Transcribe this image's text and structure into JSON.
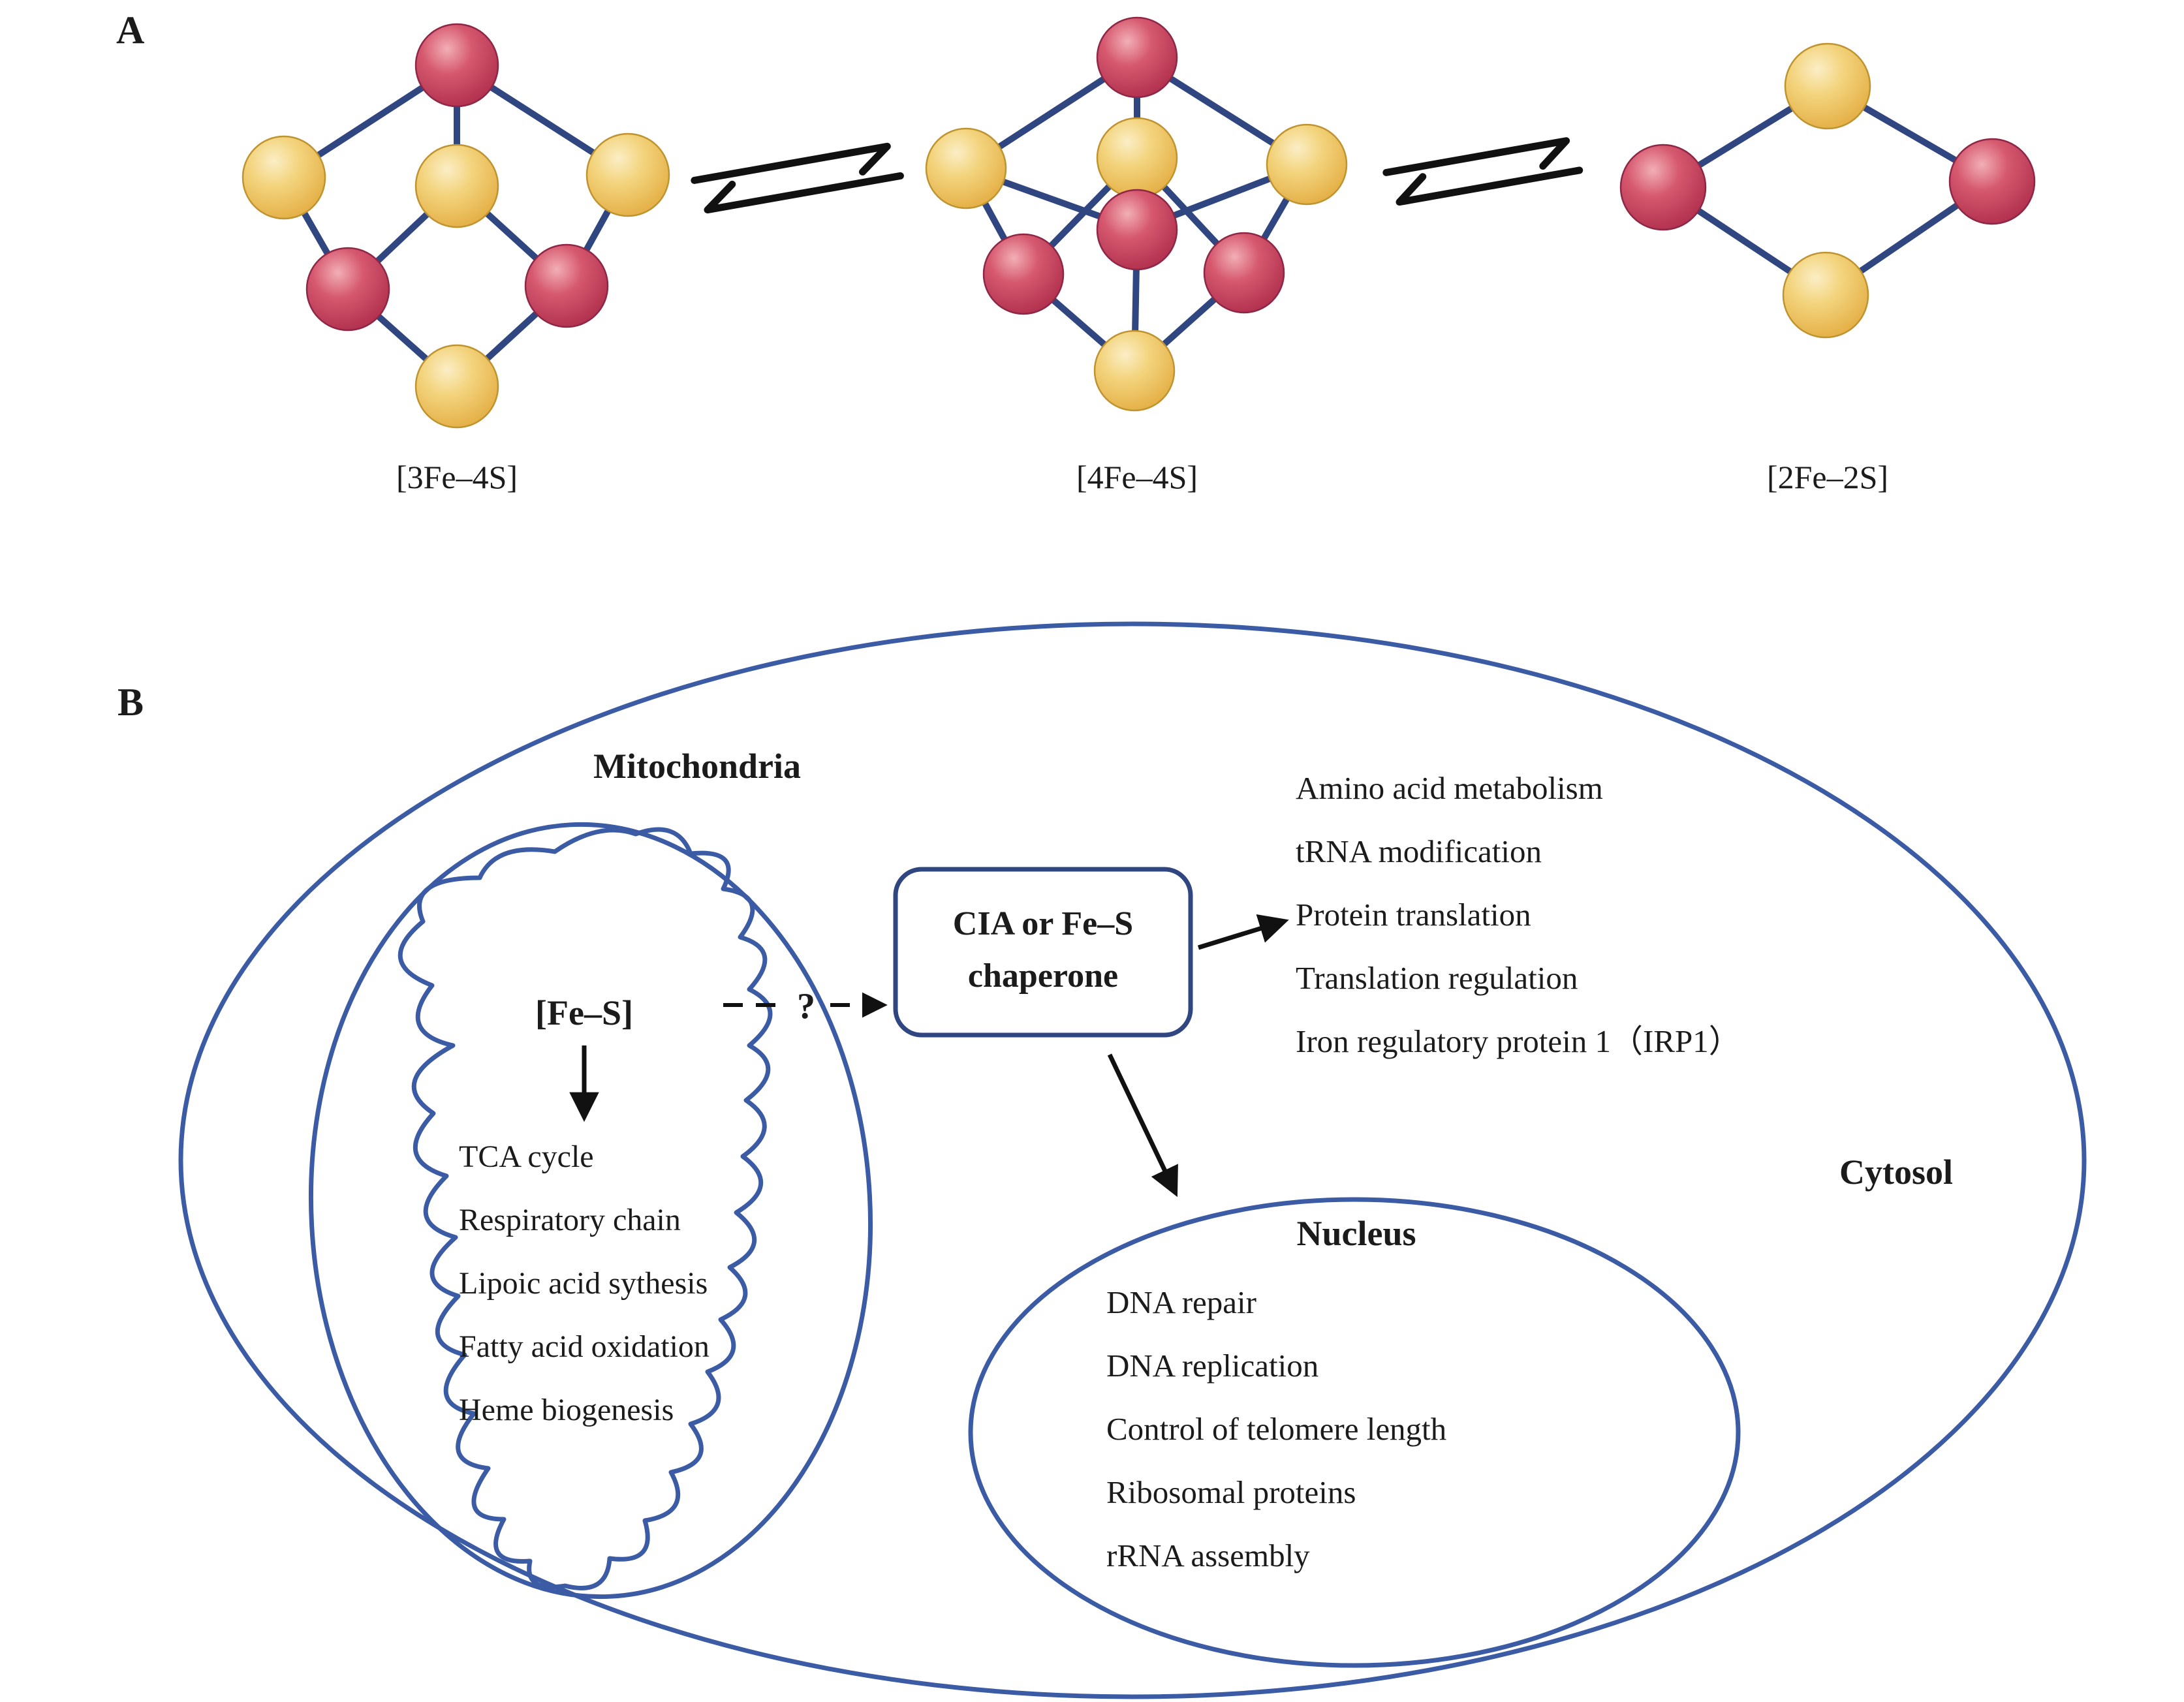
{
  "panel_a": {
    "label": "A",
    "cluster_labels": [
      "[3Fe–4S]",
      "[4Fe–4S]",
      "[2Fe–2S]"
    ]
  },
  "panel_b": {
    "label": "B",
    "mitochondria": {
      "title": "Mitochondria",
      "cluster": "[Fe–S]",
      "functions": [
        "TCA cycle",
        "Respiratory chain",
        "Lipoic acid sythesis",
        "Fatty acid oxidation",
        "Heme biogenesis"
      ]
    },
    "question_mark": "?",
    "chaperone_box": {
      "line1": "CIA or Fe–S",
      "line2": "chaperone"
    },
    "cytosol": {
      "label": "Cytosol",
      "functions": [
        "Amino acid metabolism",
        "tRNA modification",
        "Protein translation",
        "Translation regulation",
        "Iron regulatory protein 1（IRP1）"
      ]
    },
    "nucleus": {
      "title": "Nucleus",
      "functions": [
        "DNA repair",
        "DNA replication",
        "Control of telomere length",
        "Ribosomal proteins",
        "rRNA assembly"
      ]
    }
  },
  "colors": {
    "iron_sphere": "#c23a56",
    "sulfur_sphere": "#f0c75e",
    "bond": "#2f4680",
    "membrane": "#3b5ba5",
    "arrow": "#111111",
    "text": "#1b1b1b"
  }
}
